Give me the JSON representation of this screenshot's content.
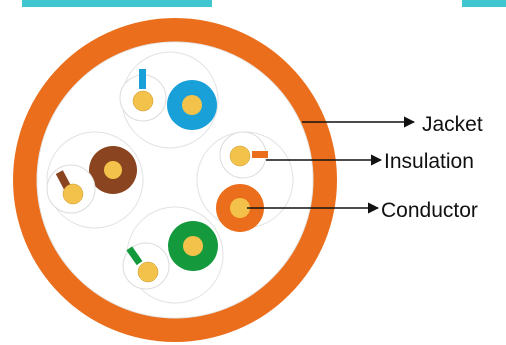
{
  "colors": {
    "jacket": "#ea6e1c",
    "accent_bar": "#3fc6cf",
    "blue": "#1aa0d8",
    "brown": "#8a4420",
    "green": "#149a3c",
    "orange": "#ea6e1c",
    "conductor": "#f3c24a",
    "white_insulation": "#ffffff",
    "outline": "#dddddd",
    "arrow": "#111111"
  },
  "labels": {
    "jacket": "Jacket",
    "insulation": "Insulation",
    "conductor": "Conductor"
  },
  "icons": {
    "arrow": "arrow-right-icon"
  }
}
